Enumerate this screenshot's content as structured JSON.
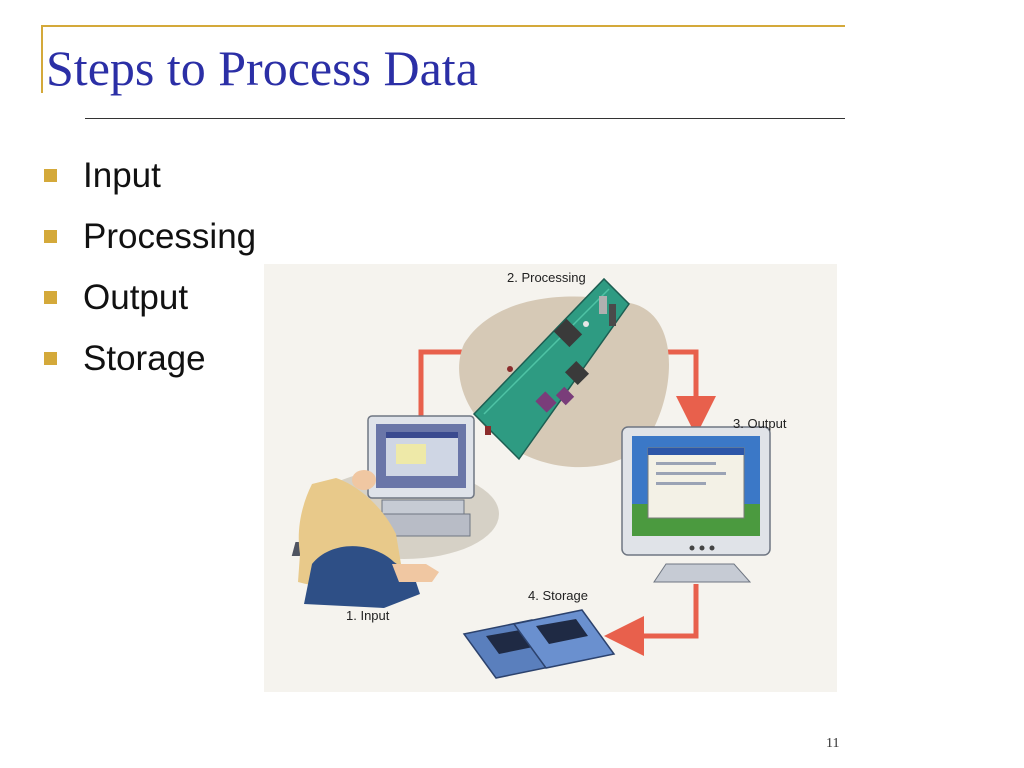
{
  "slide": {
    "title": "Steps to Process Data",
    "page_number": "11"
  },
  "bullets": [
    {
      "label": "Input"
    },
    {
      "label": "Processing"
    },
    {
      "label": "Output"
    },
    {
      "label": "Storage"
    }
  ],
  "diagram": {
    "step_processing": "2. Processing",
    "step_output": "3. Output",
    "step_storage": "4. Storage",
    "step_input": "1. Input"
  },
  "colors": {
    "title": "#2b2fa6",
    "accent": "#d4a93a",
    "arrow": "#e8604c",
    "board": "#2e9b82"
  }
}
